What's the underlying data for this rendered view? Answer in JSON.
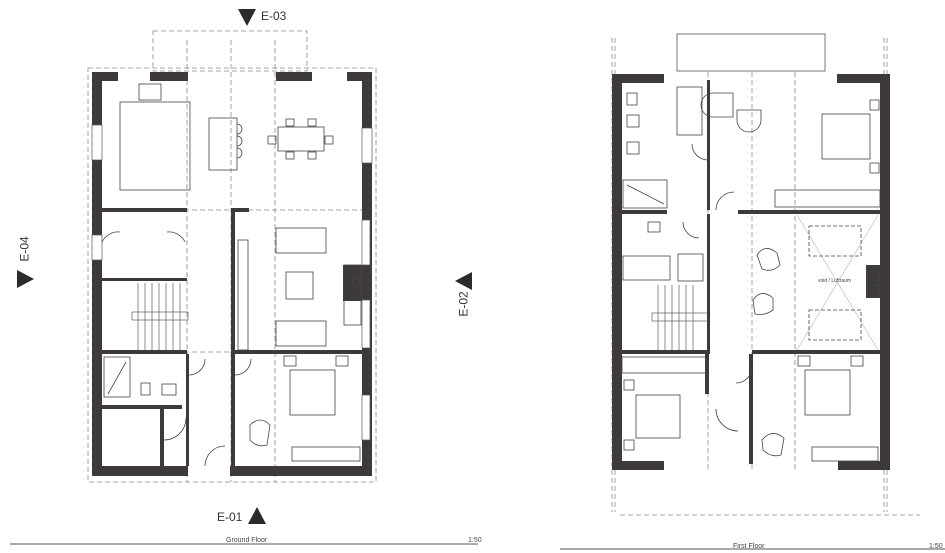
{
  "sheets": [
    {
      "title": "Ground Floor",
      "scale": "1:50",
      "elevation_markers": [
        "E-03",
        "E-04",
        "E-01"
      ]
    },
    {
      "title": "First Floor",
      "scale": "1:50",
      "elevation_markers": [
        "E-02"
      ],
      "void_label": "void / Luftraum"
    }
  ],
  "colors": {
    "wall": "#3d3a39",
    "line": "#555555",
    "dashed": "#888888",
    "background": "#ffffff"
  }
}
